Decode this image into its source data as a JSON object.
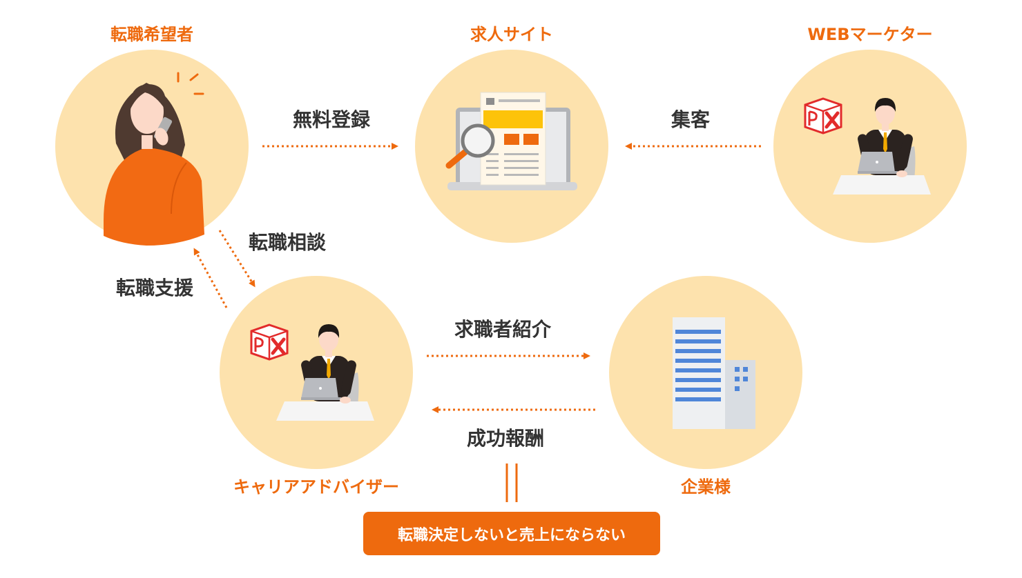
{
  "colors": {
    "accent": "#ee6a0e",
    "circle": "#fde2ad",
    "text": "#333333"
  },
  "actors": {
    "job_seeker": "転職希望者",
    "job_site": "求人サイト",
    "web_marketer": "WEBマーケター",
    "career_advisor": "キャリアアドバイザー",
    "company": "企業様"
  },
  "flows": {
    "free_registration": "無料登録",
    "customer_acquisition": "集客",
    "career_consultation": "転職相談",
    "career_support": "転職支援",
    "candidate_introduction": "求職者紹介",
    "success_fee": "成功報酬"
  },
  "result": {
    "text": "転職決定しないと売上にならない"
  },
  "icons": [
    "woman-phone-icon",
    "laptop-search-icon",
    "businessman-laptop-icon",
    "office-building-icon",
    "px-logo-icon"
  ]
}
